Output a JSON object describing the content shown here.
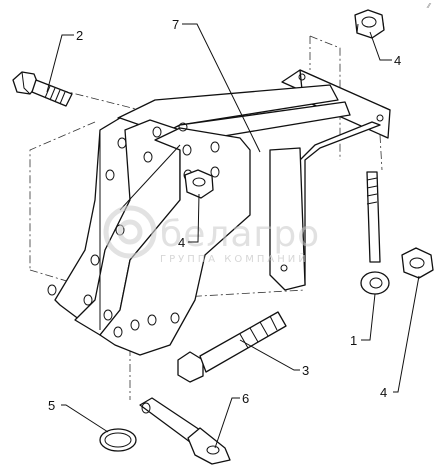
{
  "callouts": [
    {
      "id": "bolt",
      "label": "2"
    },
    {
      "id": "bracket",
      "label": "7"
    },
    {
      "id": "nut-top",
      "label": "4"
    },
    {
      "id": "nut-center",
      "label": "4"
    },
    {
      "id": "eye-bolt",
      "label": "1"
    },
    {
      "id": "nut-right",
      "label": "4"
    },
    {
      "id": "long-bolt",
      "label": "3"
    },
    {
      "id": "ring",
      "label": "5"
    },
    {
      "id": "pin",
      "label": "6"
    }
  ],
  "watermark": {
    "name": "белагро",
    "subtitle": "ГРУППА КОМПАНИЙ"
  },
  "corner_mark": "⁄⁄"
}
